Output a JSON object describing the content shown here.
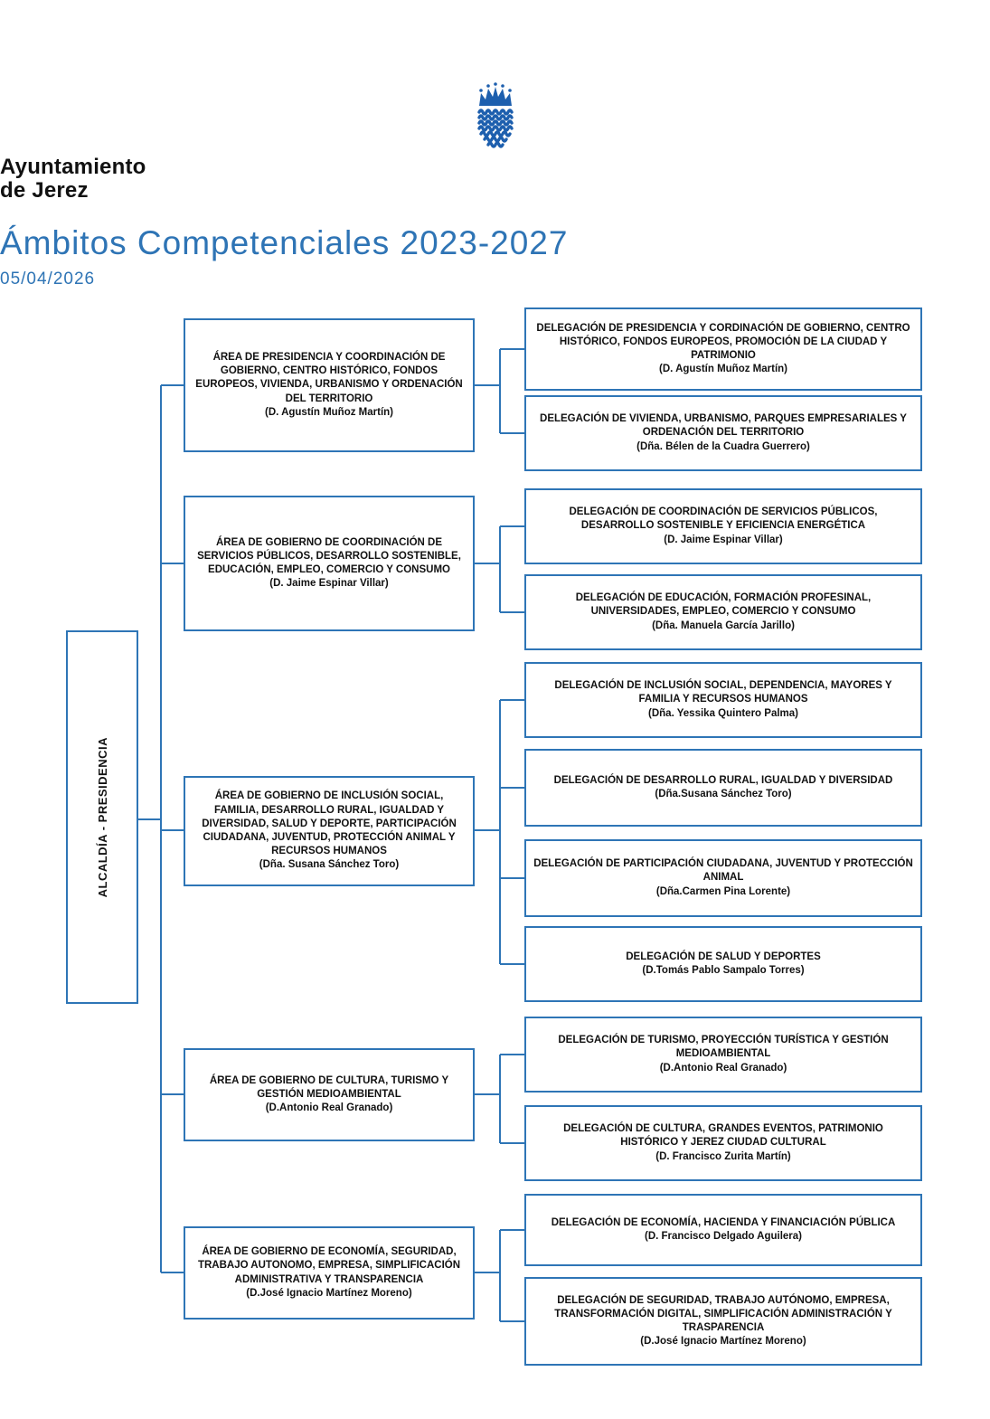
{
  "logo": {
    "org_line1": "Ayuntamiento",
    "org_line2": "de Jerez"
  },
  "title": "Ámbitos Competenciales 2023-2027",
  "date": "05/04/2026",
  "root": {
    "label": "ALCALDÍA - PRESIDENCIA"
  },
  "colors": {
    "box_border_blue": "#2E75B6",
    "title_blue": "#2E74B5",
    "logo_blue": "#1D5FAE",
    "text_black": "#111111"
  },
  "areas": [
    {
      "title": "ÁREA DE PRESIDENCIA Y COORDINACIÓN DE GOBIERNO, CENTRO HISTÓRICO, FONDOS EUROPEOS, VIVIENDA, URBANISMO Y ORDENACIÓN DEL TERRITORIO",
      "holder": "(D. Agustín Muñoz Martín)",
      "delegations": [
        {
          "title": "DELEGACIÓN DE PRESIDENCIA Y CORDINACIÓN DE GOBIERNO, CENTRO HISTÓRICO, FONDOS EUROPEOS, PROMOCIÓN DE LA CIUDAD Y PATRIMONIO",
          "holder": "(D. Agustín Muñoz Martín)"
        },
        {
          "title": "DELEGACIÓN DE VIVIENDA, URBANISMO, PARQUES EMPRESARIALES Y ORDENACIÓN DEL TERRITORIO",
          "holder": "(Dña. Bélen de la Cuadra Guerrero)"
        }
      ]
    },
    {
      "title": "ÁREA DE GOBIERNO DE COORDINACIÓN DE SERVICIOS PÚBLICOS, DESARROLLO SOSTENIBLE, EDUCACIÓN, EMPLEO, COMERCIO Y CONSUMO",
      "holder": "(D. Jaime Espinar Villar)",
      "delegations": [
        {
          "title": "DELEGACIÓN DE COORDINACIÓN DE SERVICIOS PÚBLICOS, DESARROLLO SOSTENIBLE Y EFICIENCIA ENERGÉTICA",
          "holder": "(D. Jaime Espinar Villar)"
        },
        {
          "title": "DELEGACIÓN DE EDUCACIÓN, FORMACIÓN PROFESINAL, UNIVERSIDADES, EMPLEO, COMERCIO Y CONSUMO",
          "holder": "(Dña. Manuela García Jarillo)"
        }
      ]
    },
    {
      "title": "ÁREA DE GOBIERNO DE INCLUSIÓN SOCIAL, FAMILIA, DESARROLLO RURAL, IGUALDAD Y DIVERSIDAD, SALUD Y DEPORTE, PARTICIPACIÓN CIUDADANA, JUVENTUD, PROTECCIÓN ANIMAL Y RECURSOS HUMANOS",
      "holder": "(Dña. Susana Sánchez Toro)",
      "delegations": [
        {
          "title": "DELEGACIÓN DE INCLUSIÓN SOCIAL, DEPENDENCIA, MAYORES Y FAMILIA Y RECURSOS HUMANOS",
          "holder": "(Dña. Yessika Quintero Palma)"
        },
        {
          "title": "DELEGACIÓN DE DESARROLLO RURAL, IGUALDAD Y DIVERSIDAD",
          "holder": "(Dña.Susana Sánchez Toro)"
        },
        {
          "title": "DELEGACIÓN DE PARTICIPACIÓN CIUDADANA, JUVENTUD Y PROTECCIÓN ANIMAL",
          "holder": "(Dña.Carmen Pina Lorente)"
        },
        {
          "title": "DELEGACIÓN DE SALUD Y DEPORTES",
          "holder": "(D.Tomás Pablo Sampalo Torres)"
        }
      ]
    },
    {
      "title": "ÁREA DE GOBIERNO DE CULTURA, TURISMO Y GESTIÓN MEDIOAMBIENTAL",
      "holder": "(D.Antonio Real Granado)",
      "delegations": [
        {
          "title": "DELEGACIÓN DE TURISMO, PROYECCIÓN TURÍSTICA Y GESTIÓN MEDIOAMBIENTAL",
          "holder": "(D.Antonio Real Granado)"
        },
        {
          "title": "DELEGACIÓN DE CULTURA, GRANDES EVENTOS, PATRIMONIO HISTÓRICO Y JEREZ CIUDAD CULTURAL",
          "holder": "(D. Francisco Zurita Martín)"
        }
      ]
    },
    {
      "title": "ÁREA DE GOBIERNO DE ECONOMÍA, SEGURIDAD, TRABAJO AUTONOMO, EMPRESA, SIMPLIFICACIÓN ADMINISTRATIVA Y TRANSPARENCIA",
      "holder": "(D.José Ignacio Martínez Moreno)",
      "delegations": [
        {
          "title": "DELEGACIÓN DE ECONOMÍA, HACIENDA Y FINANCIACIÓN PÚBLICA",
          "holder": "(D. Francisco Delgado Aguilera)"
        },
        {
          "title": "DELEGACIÓN DE SEGURIDAD, TRABAJO AUTÓNOMO, EMPRESA, TRANSFORMACIÓN DIGITAL, SIMPLIFICACIÓN ADMINISTRACIÓN Y TRASPARENCIA",
          "holder": "(D.José Ignacio Martínez Moreno)"
        }
      ]
    }
  ]
}
